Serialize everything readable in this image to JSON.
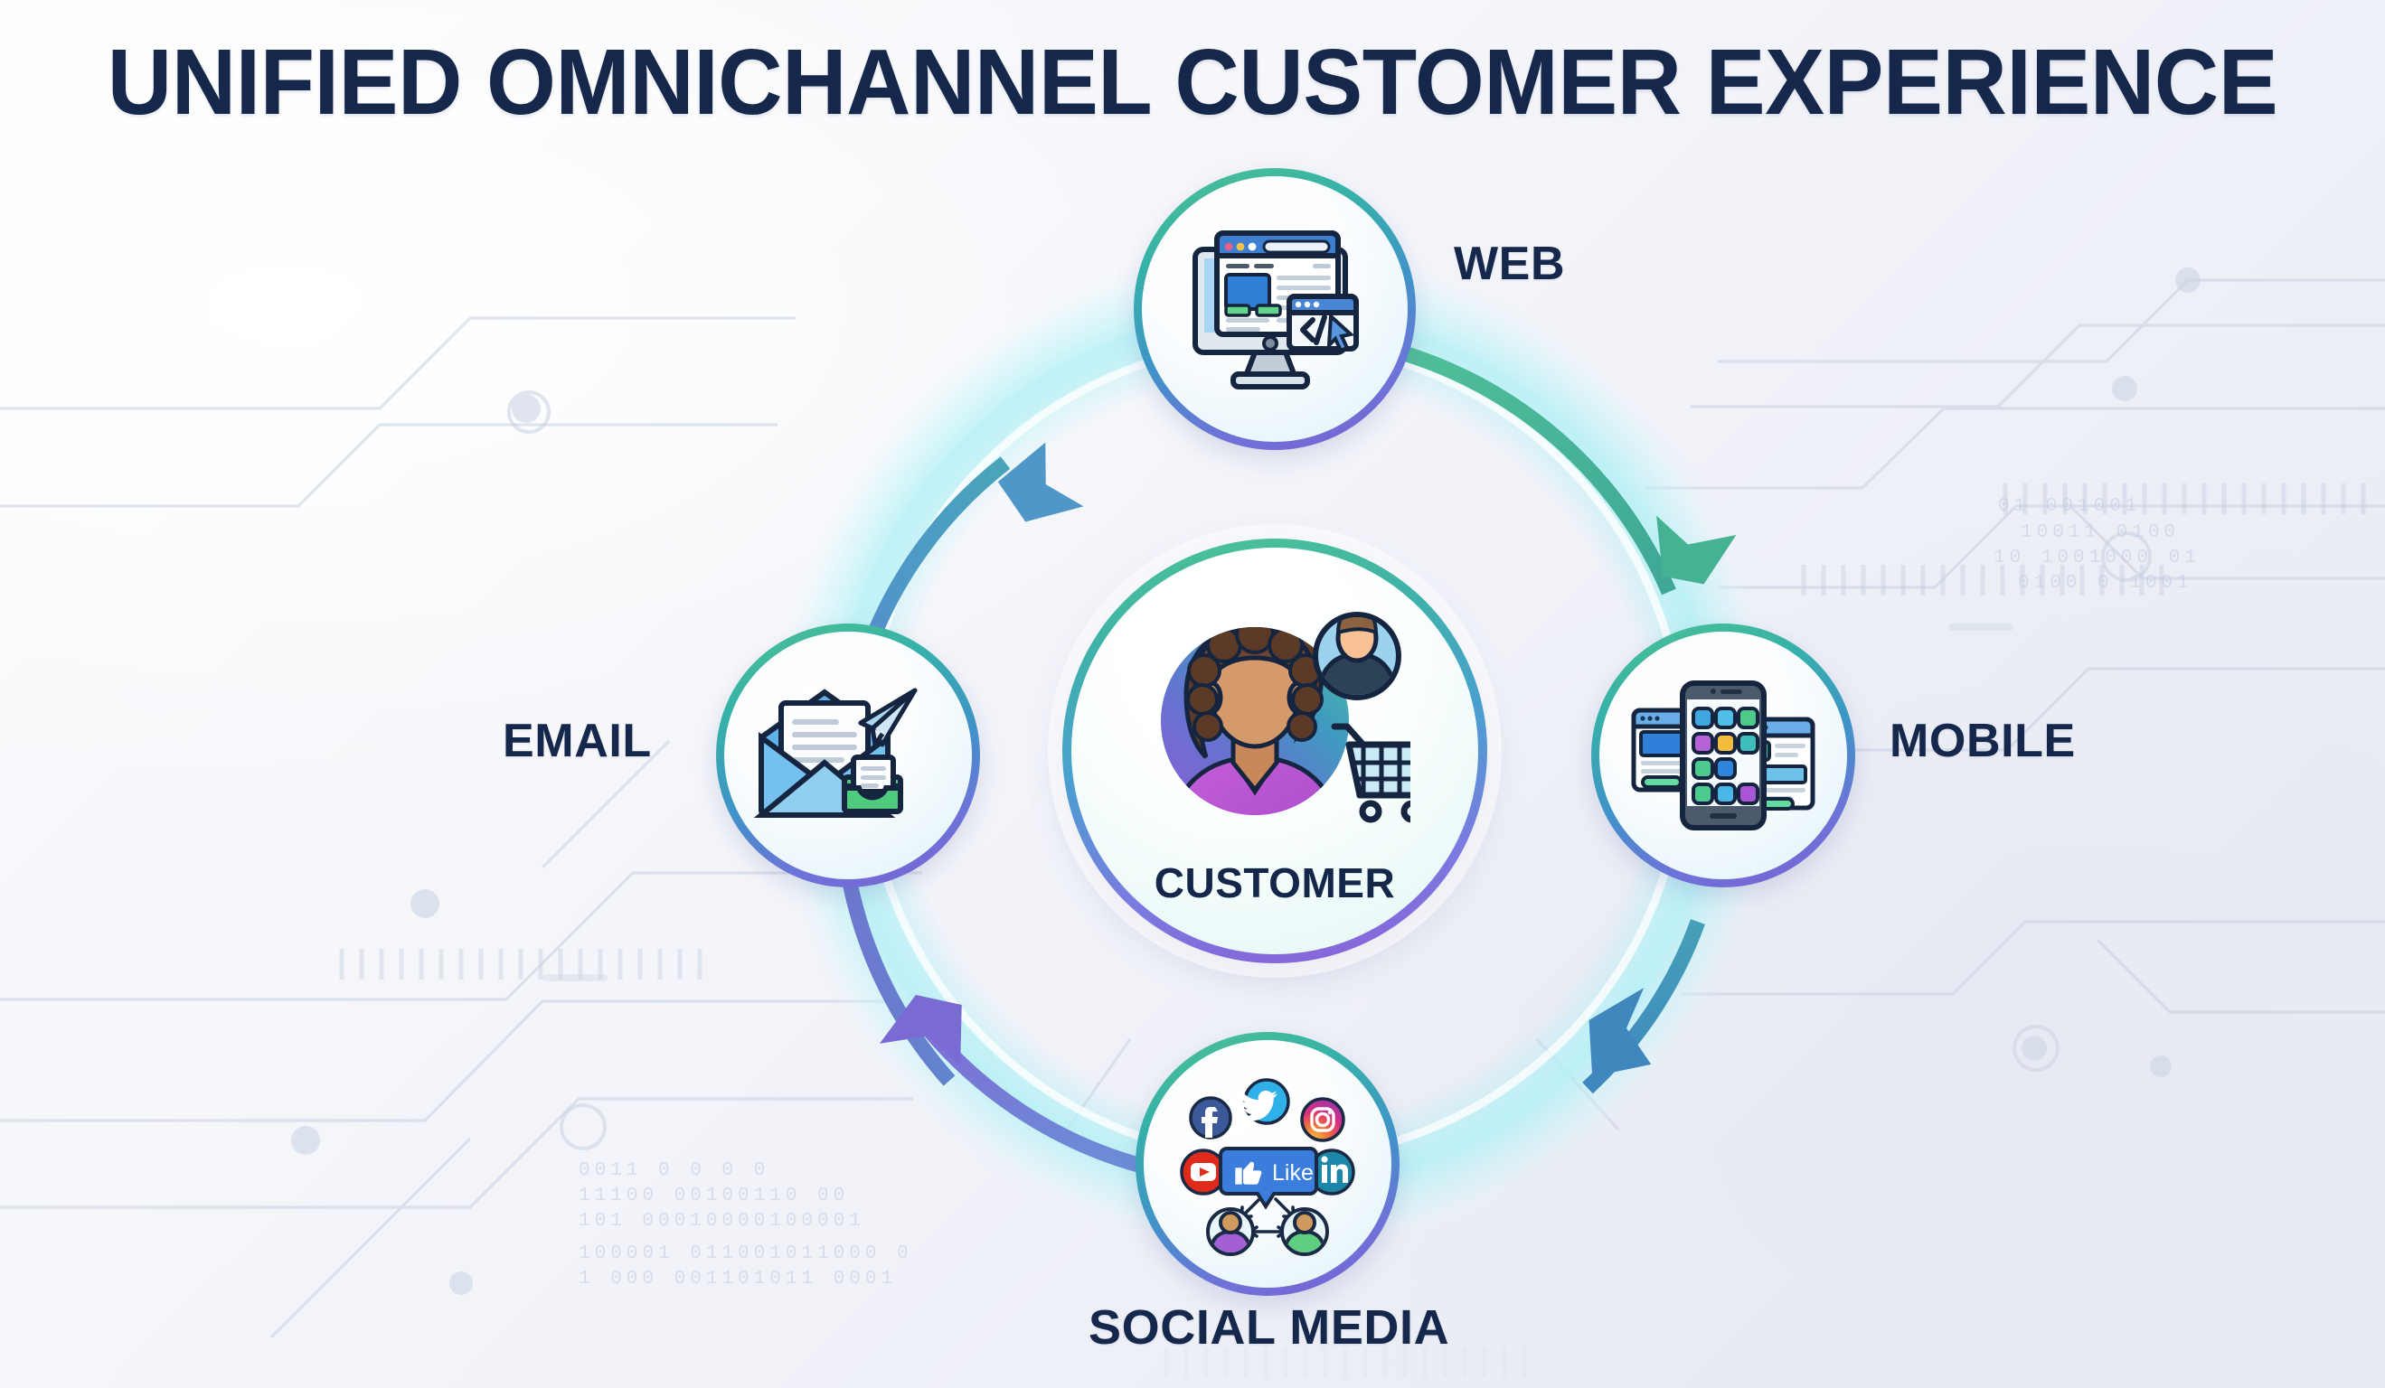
{
  "page": {
    "title": "UNIFIED OMNICHANNEL CUSTOMER EXPERIENCE",
    "background_color": "#f2f4fa",
    "title_color": "#15274b"
  },
  "center": {
    "label": "CUSTOMER",
    "icon": "customer-avatar-icon",
    "badge_icon": "user-profile-badge-icon",
    "cart_icon": "shopping-cart-icon",
    "ring_gradient": [
      "#4ec495",
      "#49a0d0",
      "#8a5fd6"
    ]
  },
  "channels": [
    {
      "id": "web",
      "label": "WEB",
      "icon": "desktop-browser-icon",
      "position": "top",
      "label_position": "right",
      "accent": "#3f93c8"
    },
    {
      "id": "mobile",
      "label": "MOBILE",
      "icon": "smartphone-apps-icon",
      "position": "right",
      "label_position": "right",
      "accent": "#6e73d8"
    },
    {
      "id": "email",
      "label": "EMAIL",
      "icon": "envelope-mail-icon",
      "position": "left",
      "label_position": "left",
      "accent": "#36b2a8"
    },
    {
      "id": "social",
      "label": "SOCIAL MEDIA",
      "icon": "social-networks-icon",
      "position": "bottom",
      "label_position": "bottom",
      "accent": "#7b5fd4"
    }
  ],
  "flow_ring": {
    "glow_color": "#b8f0f4",
    "arrows": [
      {
        "id": "arrow-top-left",
        "direction": "clockwise",
        "color": "#4f97c9"
      },
      {
        "id": "arrow-top-right",
        "direction": "clockwise",
        "color": "#47a98f"
      },
      {
        "id": "arrow-bottom-right",
        "direction": "clockwise",
        "color": "#3f87bd"
      },
      {
        "id": "arrow-bottom-left",
        "direction": "counterclockwise",
        "color": "#7a6bd2"
      }
    ]
  },
  "social_icons": [
    {
      "name": "facebook-icon",
      "color": "#3b5998"
    },
    {
      "name": "twitter-icon",
      "color": "#2fb0e8"
    },
    {
      "name": "instagram-icon",
      "color": "#e1306c"
    },
    {
      "name": "youtube-icon",
      "color": "#e02a1b"
    },
    {
      "name": "linkedin-icon",
      "color": "#1c86a8"
    },
    {
      "name": "like-thumb-icon",
      "label": "Like",
      "color": "#3b7ddd"
    }
  ]
}
